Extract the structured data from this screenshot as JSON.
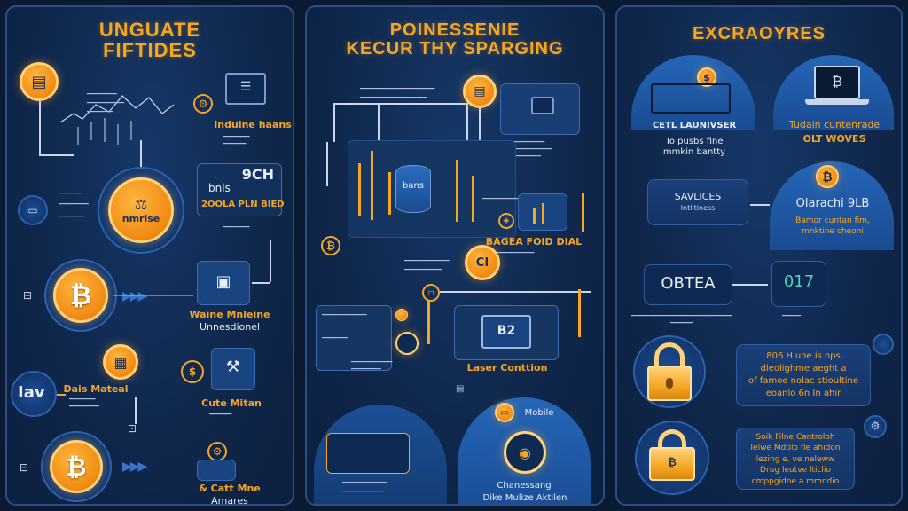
{
  "panel1": {
    "title_line1": "UNGUATE",
    "title_line2": "FIFTIDES",
    "label_induine": "Induine haans",
    "card_top": "9CH",
    "card_text": "bnis",
    "card_orange": "2OOLA PLN BIED",
    "hub_label": "nmrise",
    "label_waine": "Waine Mnleine",
    "label_unmes": "Unnesdionel",
    "tag_iav": "Iav",
    "label_dais": "Dais Mateal",
    "label_cute": "Cute Mitan",
    "label_cat": "& Catt Mne",
    "label_amares": "Amares",
    "btc_symbol": "₿"
  },
  "panel2": {
    "title_line1": "POINESSENIE",
    "title_line2": "KECUR THY SPARGING",
    "server_label": "bans",
    "label_bagea": "BAGEA FOID DIAL",
    "badge_orange": "CI",
    "label_laser": "Laser Conttion",
    "monitor_text": "B2",
    "label_mobile": "Mobile",
    "label_chan": "Chanessang",
    "label_dike": "Dike Mulize Aktilen"
  },
  "panel3": {
    "title": "EXCRAOYRES",
    "label_cete": "CETL LAUNIVSER",
    "sub_cete_1": "To pusbs fine",
    "sub_cete_2": "mmkin bantty",
    "label_tudain": "Tudain cuntenrade",
    "label_olt": "OLT WOVES",
    "box_title": "SAVLICES",
    "box_sub": "Intlitiness",
    "label_olarachi": "Olarachi 9LB",
    "sub_olarachi_1": "Bamor cuntan fim,",
    "sub_olarachi_2": "mnktine cheoni",
    "label_obtea": "OBTEA",
    "label_017": "017",
    "lock_text_1": "806 Hiune is ops",
    "lock_text_2": "dleolighme aeght a",
    "lock_text_3": "of famoe nolac stioultine",
    "lock_text_4": "eoanlo 6n In ahir",
    "bottom_text_1": "Soik Filne Cantroloh",
    "bottom_text_2": "Ielwe Mdblo fle ahidon",
    "bottom_text_3": "lezing e. ve neleww",
    "bottom_text_4": "Drug leutve lticlio",
    "bottom_text_5": "cmppgidne a mmndio"
  },
  "colors": {
    "accent": "#f5a623",
    "panel_bg": "#10284d",
    "page_bg": "#0b1a33"
  }
}
